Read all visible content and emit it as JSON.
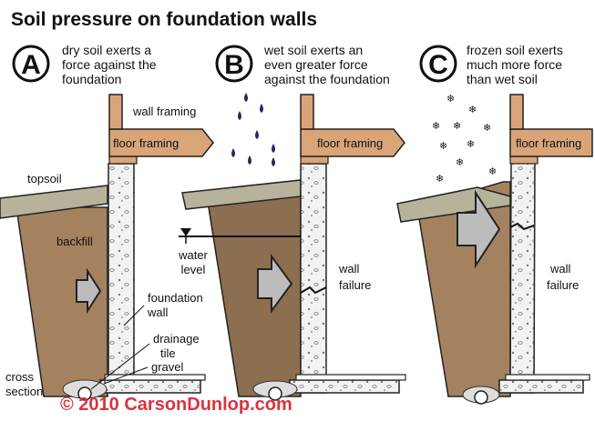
{
  "title": "Soil pressure on foundation walls",
  "panels": [
    {
      "letter": "A",
      "caption": [
        "dry soil exerts a",
        "force against the",
        "foundation"
      ]
    },
    {
      "letter": "B",
      "caption": [
        "wet soil exerts an",
        "even greater force",
        "against the foundation"
      ]
    },
    {
      "letter": "C",
      "caption": [
        "frozen soil exerts",
        "much more force",
        "than wet soil"
      ]
    }
  ],
  "labels": {
    "wall_framing": "wall framing",
    "floor_framing": "floor framing",
    "topsoil": "topsoil",
    "backfill": "backfill",
    "foundation_wall": [
      "foundation",
      "wall"
    ],
    "drainage_tile": [
      "drainage",
      "tile"
    ],
    "gravel": "gravel",
    "cross_section": [
      "cross",
      "section"
    ],
    "water_level": [
      "water",
      "level"
    ],
    "wall_failure": [
      "wall",
      "failure"
    ]
  },
  "copyright": "© 2010 CarsonDunlop.com",
  "colors": {
    "backfill_dry": "#a4825f",
    "backfill_wet": "#8c6e50",
    "topsoil": "#b7b39a",
    "wood": "#d9a578",
    "concrete": "#f2f2f2",
    "arrow": "#bcbcbc",
    "rain": "#24285f",
    "copyright": "#d9333f"
  }
}
